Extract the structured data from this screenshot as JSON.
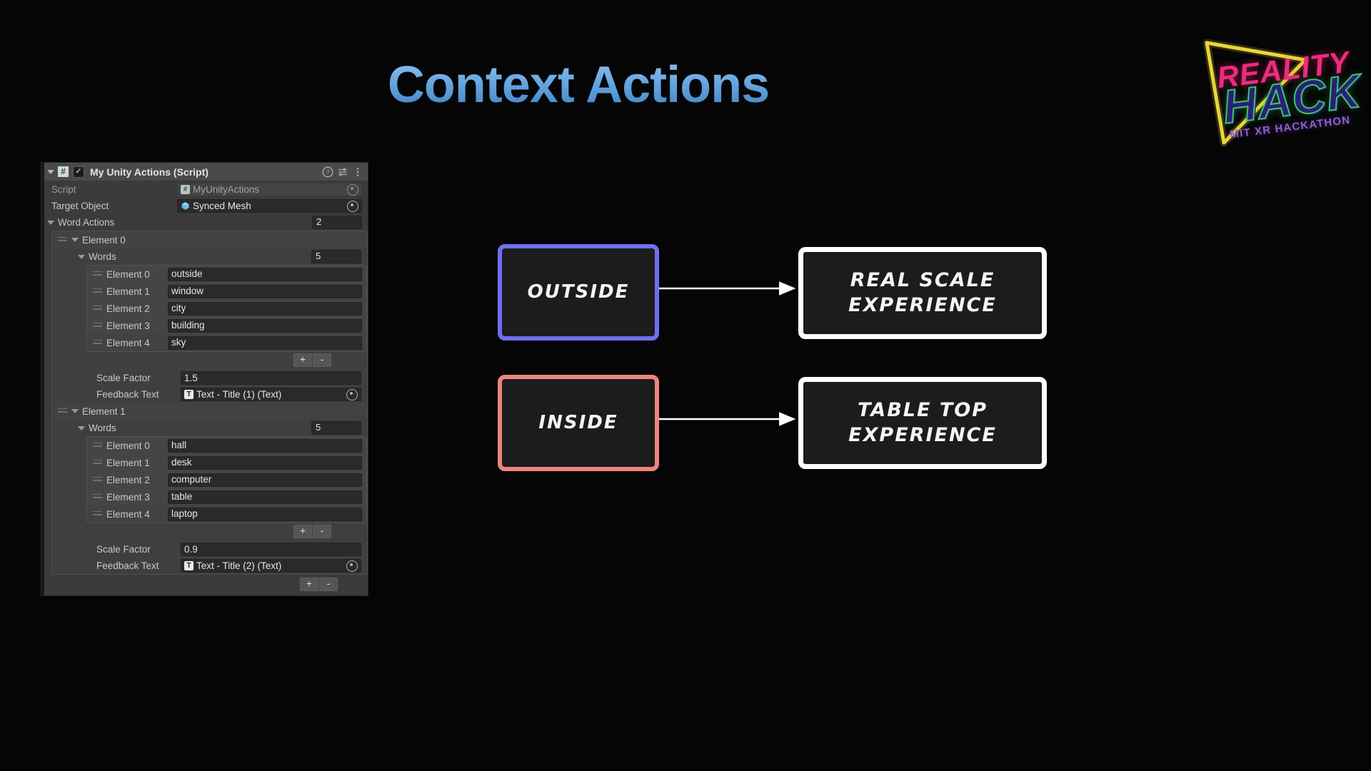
{
  "slide": {
    "title": "Context Actions",
    "title_gradient_from": "#8fc4f0",
    "title_gradient_to": "#3b7fc2",
    "background": "#050505"
  },
  "logo": {
    "line1": "REALITY",
    "line2": "HACK",
    "subtitle": "MIT XR HACKATHON",
    "colors": {
      "triangle": "#f5e03c",
      "reality": "#ec2b7e",
      "hack_fill": "#2b1f7a",
      "hack_outline": "#3cc46a",
      "subtitle": "#8e5fd4"
    }
  },
  "inspector": {
    "header": {
      "title": "My Unity Actions (Script)",
      "enabled": true,
      "checkmark": "✓",
      "script_badge": "#",
      "icons": [
        "help-icon",
        "preset-icon",
        "more-menu-icon"
      ]
    },
    "script_row": {
      "label": "Script",
      "value": "MyUnityActions",
      "icon": "#",
      "disabled": true
    },
    "target_row": {
      "label": "Target Object",
      "value": "Synced Mesh",
      "icon": "prefab-cube-icon"
    },
    "word_actions": {
      "label": "Word Actions",
      "size": "2",
      "elements": [
        {
          "label": "Element 0",
          "words_label": "Words",
          "words_size": "5",
          "words": [
            {
              "label": "Element 0",
              "value": "outside"
            },
            {
              "label": "Element 1",
              "value": "window"
            },
            {
              "label": "Element 2",
              "value": "city"
            },
            {
              "label": "Element 3",
              "value": "building"
            },
            {
              "label": "Element 4",
              "value": "sky"
            }
          ],
          "scale_factor": {
            "label": "Scale Factor",
            "value": "1.5"
          },
          "feedback_text": {
            "label": "Feedback Text",
            "value": "Text - Title (1) (Text)",
            "icon": "T"
          }
        },
        {
          "label": "Element 1",
          "words_label": "Words",
          "words_size": "5",
          "words": [
            {
              "label": "Element 0",
              "value": "hall"
            },
            {
              "label": "Element 1",
              "value": "desk"
            },
            {
              "label": "Element 2",
              "value": "computer"
            },
            {
              "label": "Element 3",
              "value": "table"
            },
            {
              "label": "Element 4",
              "value": "laptop"
            }
          ],
          "scale_factor": {
            "label": "Scale Factor",
            "value": "0.9"
          },
          "feedback_text": {
            "label": "Feedback Text",
            "value": "Text - Title (2) (Text)",
            "icon": "T"
          }
        }
      ],
      "add_label": "+",
      "remove_label": "-"
    }
  },
  "diagram": {
    "nodes": [
      {
        "id": "outside",
        "label": "OUTSIDE",
        "border_color": "#6f6ff0"
      },
      {
        "id": "inside",
        "label": "INSIDE",
        "border_color": "#ee8480"
      },
      {
        "id": "real-scale",
        "label": "REAL SCALE\nEXPERIENCE",
        "border_color": "#ffffff"
      },
      {
        "id": "table-top",
        "label": "TABLE TOP\nEXPERIENCE",
        "border_color": "#ffffff"
      }
    ],
    "edges": [
      {
        "from": "outside",
        "to": "real-scale"
      },
      {
        "from": "inside",
        "to": "table-top"
      }
    ],
    "edge_color": "#ffffff"
  }
}
